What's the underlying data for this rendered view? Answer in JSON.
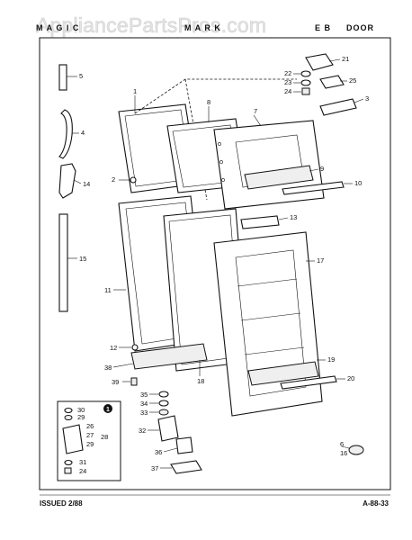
{
  "watermark": "AppliancePartsPros.com",
  "header": {
    "left": "M A G I C",
    "middle": "M A R K",
    "right_code": "E B",
    "right_word": "DOOR"
  },
  "footer": {
    "issued": "ISSUED 2/88",
    "page_code": "A-88-33"
  },
  "inset_badge": "1",
  "part_labels": [
    "1",
    "2",
    "3",
    "4",
    "5",
    "6",
    "7",
    "8",
    "9",
    "10",
    "11",
    "12",
    "13",
    "14",
    "15",
    "16",
    "17",
    "18",
    "19",
    "20",
    "21",
    "22",
    "23",
    "24",
    "25",
    "26",
    "27",
    "28",
    "29",
    "30",
    "31",
    "32",
    "33",
    "34",
    "35",
    "36",
    "37",
    "38",
    "39"
  ],
  "inset_labels": [
    "30",
    "29",
    "26",
    "27",
    "28",
    "29",
    "31",
    "24"
  ]
}
